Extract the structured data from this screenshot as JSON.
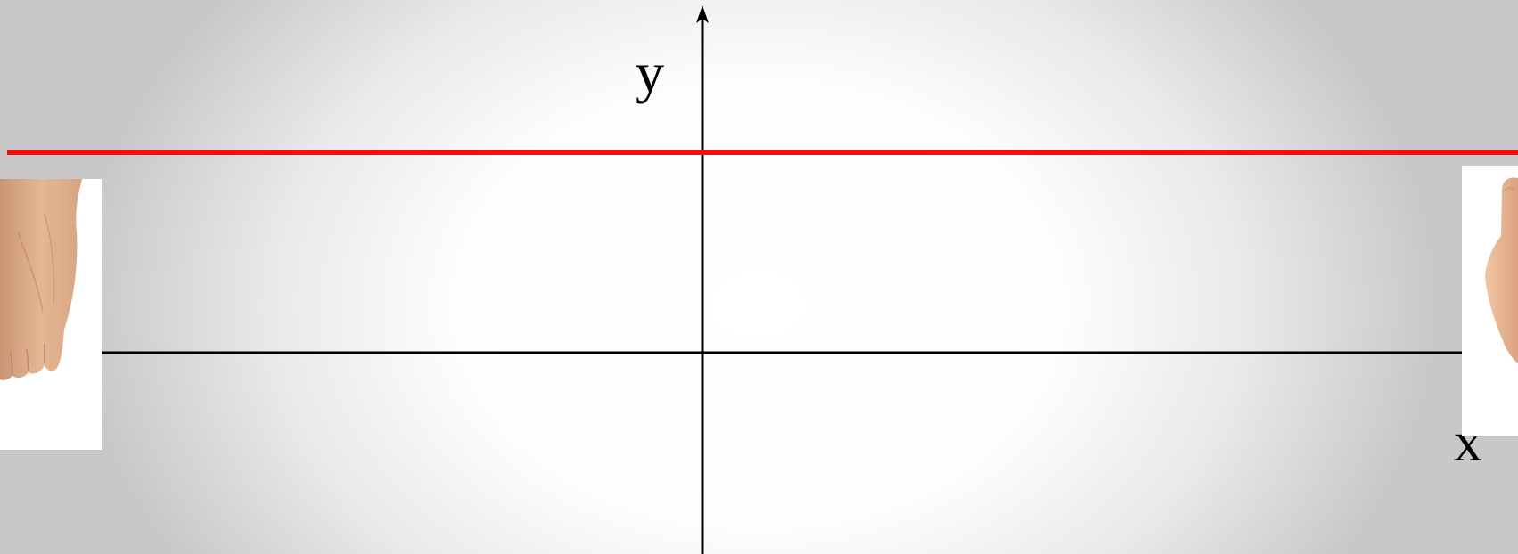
{
  "diagram": {
    "y_axis_label": "y",
    "x_axis_label": "x",
    "colors": {
      "axis": "#000000",
      "horizontal_line": "#ee1111",
      "background": "#ffffff",
      "skin": "#e2b38f"
    },
    "images": {
      "left": "hand-fist",
      "right": "hand-pointing-up"
    }
  }
}
